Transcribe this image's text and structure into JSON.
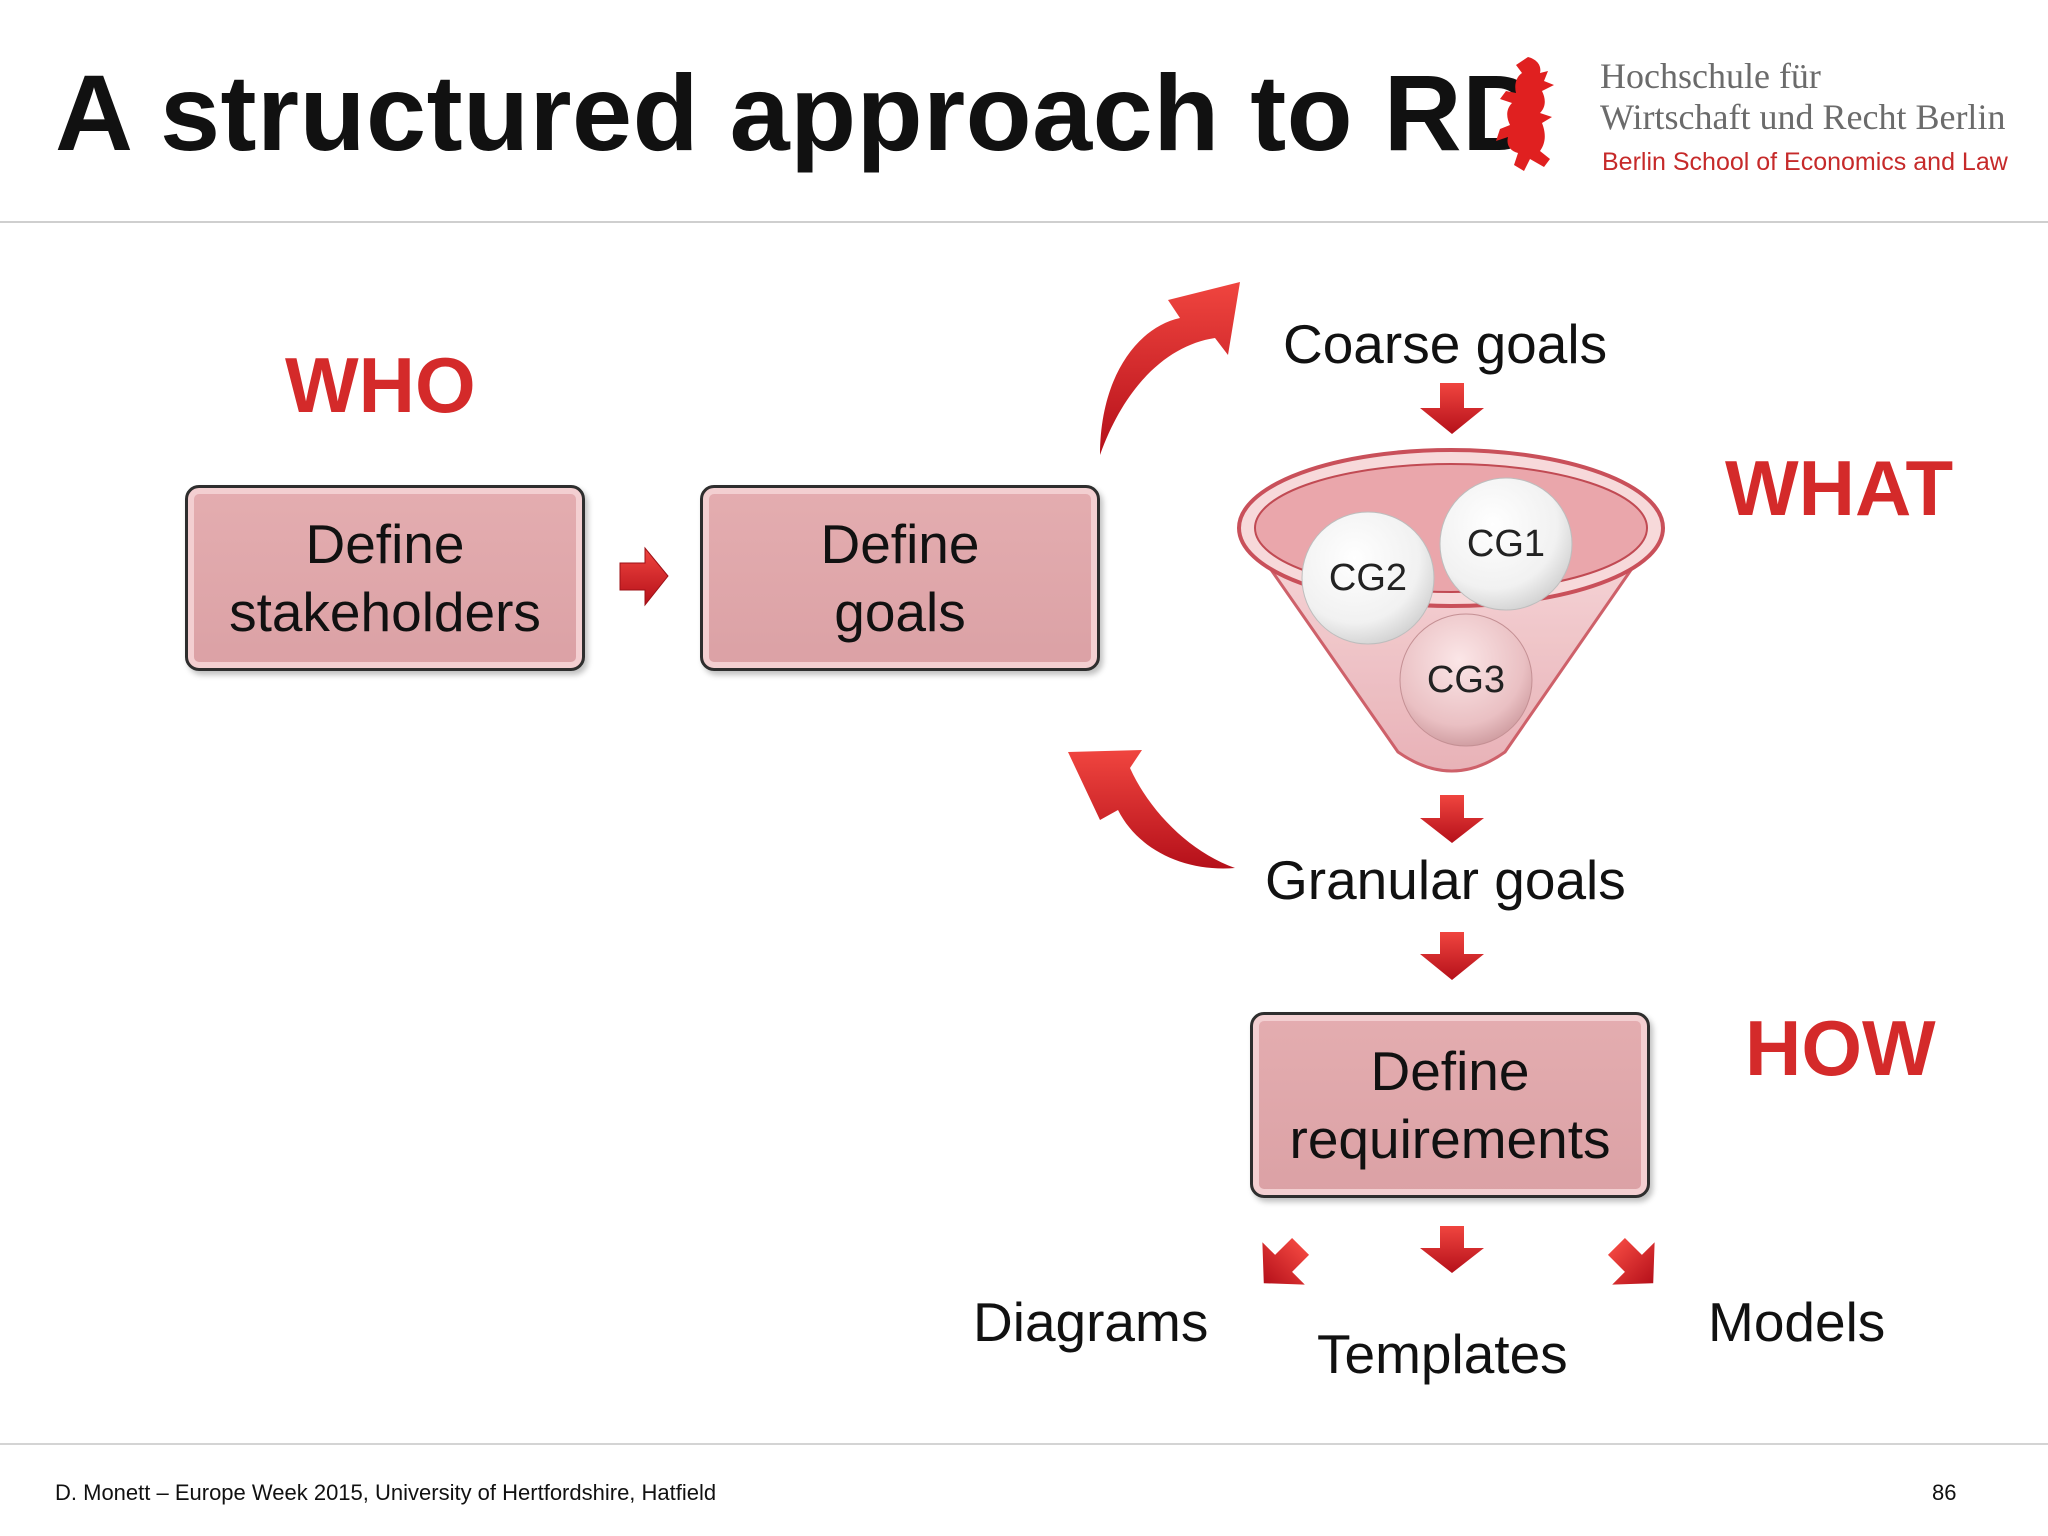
{
  "slide": {
    "title": "A structured approach to RD",
    "page_number": "86",
    "footer": "D. Monett – Europe Week 2015, University of Hertfordshire, Hatfield"
  },
  "logo": {
    "line1": "Hochschule für",
    "line2": "Wirtschaft und Recht Berlin",
    "line3": "Berlin School of Economics and Law",
    "icon": "berlin-bear-icon"
  },
  "diagram": {
    "who_label": "WHO",
    "what_label": "WHAT",
    "how_label": "HOW",
    "boxes": {
      "stakeholders": [
        "Define",
        "stakeholders"
      ],
      "goals": [
        "Define",
        "goals"
      ],
      "requirements": [
        "Define",
        "requirements"
      ]
    },
    "coarse_goals": "Coarse goals",
    "granular_goals": "Granular goals",
    "funnel_balls": [
      "CG1",
      "CG2",
      "CG3"
    ],
    "outputs": {
      "diagrams": "Diagrams",
      "templates": "Templates",
      "models": "Models"
    }
  },
  "colors": {
    "accent_red": "#d42a2a",
    "box_fill": "#dfa6aa",
    "funnel_fill": "#f0c2c4"
  }
}
